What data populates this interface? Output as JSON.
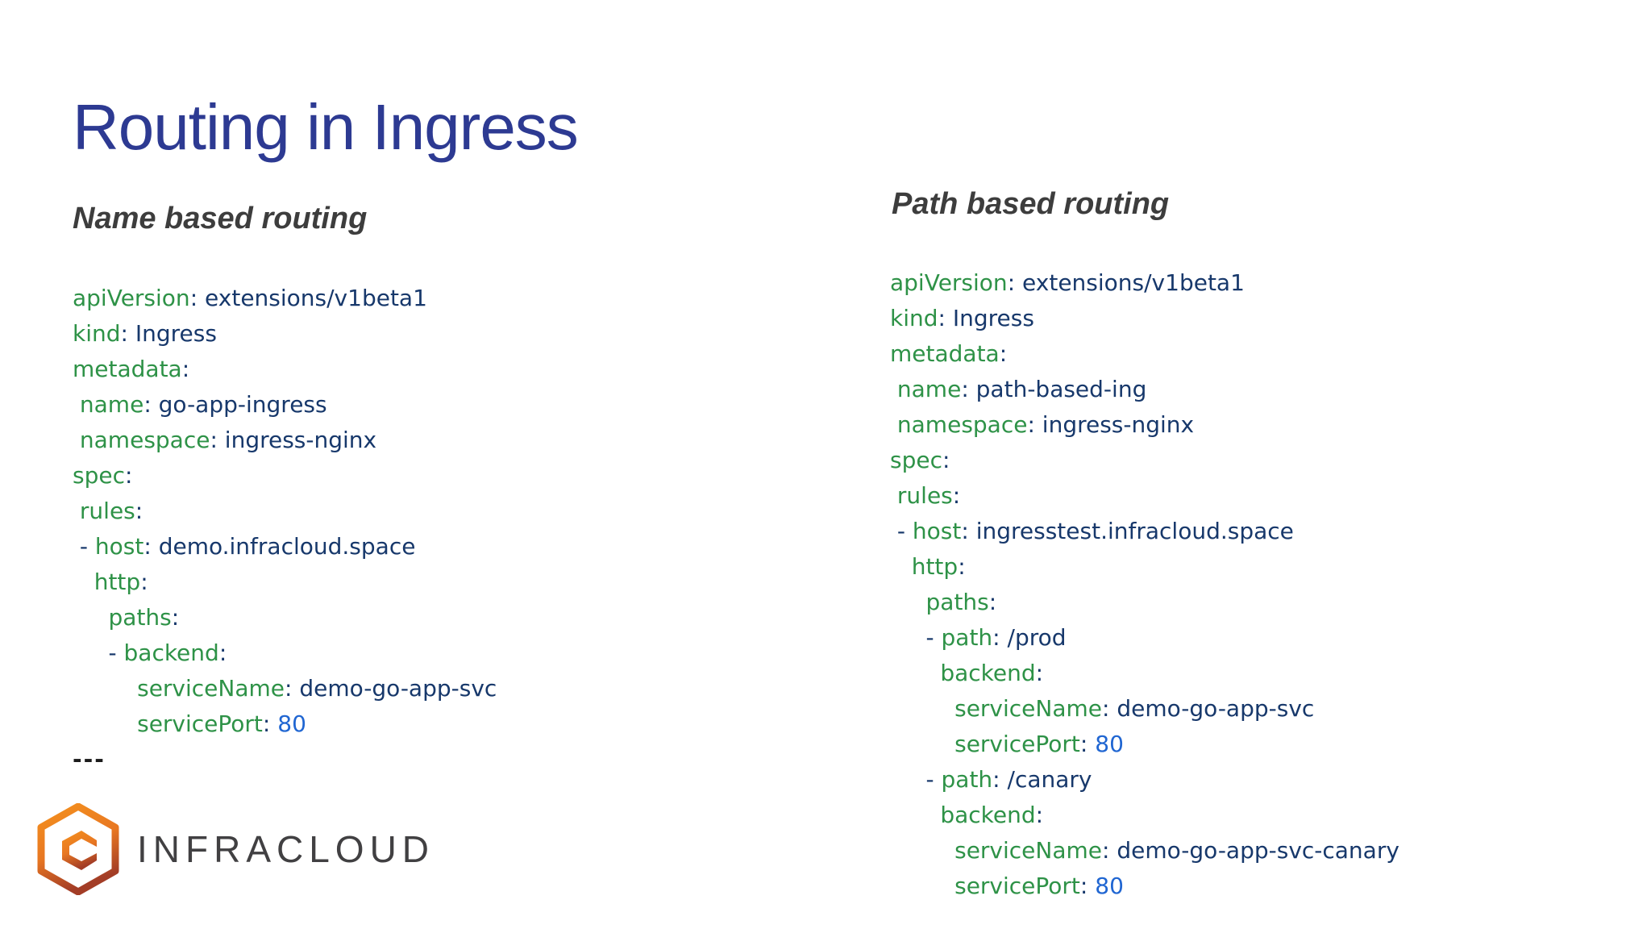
{
  "title": "Routing in Ingress",
  "columns": [
    {
      "heading": "Name based routing",
      "code": [
        [
          [
            "apiVersion",
            "key"
          ],
          [
            ": ",
            "punct"
          ],
          [
            "extensions/v1beta1",
            "val"
          ]
        ],
        [
          [
            "kind",
            "key"
          ],
          [
            ": ",
            "punct"
          ],
          [
            "Ingress",
            "val"
          ]
        ],
        [
          [
            "metadata",
            "key"
          ],
          [
            ":",
            "punct"
          ]
        ],
        [
          [
            " ",
            "punct"
          ],
          [
            "name",
            "key"
          ],
          [
            ": ",
            "punct"
          ],
          [
            "go-app-ingress",
            "val"
          ]
        ],
        [
          [
            " ",
            "punct"
          ],
          [
            "namespace",
            "key"
          ],
          [
            ": ",
            "punct"
          ],
          [
            "ingress-nginx",
            "val"
          ]
        ],
        [
          [
            "spec",
            "key"
          ],
          [
            ":",
            "punct"
          ]
        ],
        [
          [
            " ",
            "punct"
          ],
          [
            "rules",
            "key"
          ],
          [
            ":",
            "punct"
          ]
        ],
        [
          [
            " - ",
            "punct"
          ],
          [
            "host",
            "key"
          ],
          [
            ": ",
            "punct"
          ],
          [
            "demo.infracloud.space",
            "val"
          ]
        ],
        [
          [
            "   ",
            "punct"
          ],
          [
            "http",
            "key"
          ],
          [
            ":",
            "punct"
          ]
        ],
        [
          [
            "     ",
            "punct"
          ],
          [
            "paths",
            "key"
          ],
          [
            ":",
            "punct"
          ]
        ],
        [
          [
            "     - ",
            "punct"
          ],
          [
            "backend",
            "key"
          ],
          [
            ":",
            "punct"
          ]
        ],
        [
          [
            "         ",
            "punct"
          ],
          [
            "serviceName",
            "key"
          ],
          [
            ": ",
            "punct"
          ],
          [
            "demo-go-app-svc",
            "val"
          ]
        ],
        [
          [
            "         ",
            "punct"
          ],
          [
            "servicePort",
            "key"
          ],
          [
            ": ",
            "punct"
          ],
          [
            "80",
            "num"
          ]
        ],
        [
          [
            "---",
            "sep"
          ]
        ]
      ]
    },
    {
      "heading": "Path based routing",
      "code": [
        [
          [
            "apiVersion",
            "key"
          ],
          [
            ": ",
            "punct"
          ],
          [
            "extensions/v1beta1",
            "val"
          ]
        ],
        [
          [
            "kind",
            "key"
          ],
          [
            ": ",
            "punct"
          ],
          [
            "Ingress",
            "val"
          ]
        ],
        [
          [
            "metadata",
            "key"
          ],
          [
            ":",
            "punct"
          ]
        ],
        [
          [
            " ",
            "punct"
          ],
          [
            "name",
            "key"
          ],
          [
            ": ",
            "punct"
          ],
          [
            "path-based-ing",
            "val"
          ]
        ],
        [
          [
            " ",
            "punct"
          ],
          [
            "namespace",
            "key"
          ],
          [
            ": ",
            "punct"
          ],
          [
            "ingress-nginx",
            "val"
          ]
        ],
        [
          [
            "spec",
            "key"
          ],
          [
            ":",
            "punct"
          ]
        ],
        [
          [
            " ",
            "punct"
          ],
          [
            "rules",
            "key"
          ],
          [
            ":",
            "punct"
          ]
        ],
        [
          [
            " - ",
            "punct"
          ],
          [
            "host",
            "key"
          ],
          [
            ": ",
            "punct"
          ],
          [
            "ingresstest.infracloud.space",
            "val"
          ]
        ],
        [
          [
            "   ",
            "punct"
          ],
          [
            "http",
            "key"
          ],
          [
            ":",
            "punct"
          ]
        ],
        [
          [
            "     ",
            "punct"
          ],
          [
            "paths",
            "key"
          ],
          [
            ":",
            "punct"
          ]
        ],
        [
          [
            "     - ",
            "punct"
          ],
          [
            "path",
            "key"
          ],
          [
            ": ",
            "punct"
          ],
          [
            "/prod",
            "val"
          ]
        ],
        [
          [
            "       ",
            "punct"
          ],
          [
            "backend",
            "key"
          ],
          [
            ":",
            "punct"
          ]
        ],
        [
          [
            "         ",
            "punct"
          ],
          [
            "serviceName",
            "key"
          ],
          [
            ": ",
            "punct"
          ],
          [
            "demo-go-app-svc",
            "val"
          ]
        ],
        [
          [
            "         ",
            "punct"
          ],
          [
            "servicePort",
            "key"
          ],
          [
            ": ",
            "punct"
          ],
          [
            "80",
            "num"
          ]
        ],
        [
          [
            "     - ",
            "punct"
          ],
          [
            "path",
            "key"
          ],
          [
            ": ",
            "punct"
          ],
          [
            "/canary",
            "val"
          ]
        ],
        [
          [
            "       ",
            "punct"
          ],
          [
            "backend",
            "key"
          ],
          [
            ":",
            "punct"
          ]
        ],
        [
          [
            "         ",
            "punct"
          ],
          [
            "serviceName",
            "key"
          ],
          [
            ": ",
            "punct"
          ],
          [
            "demo-go-app-svc-canary",
            "val"
          ]
        ],
        [
          [
            "         ",
            "punct"
          ],
          [
            "servicePort",
            "key"
          ],
          [
            ": ",
            "punct"
          ],
          [
            "80",
            "num"
          ]
        ]
      ]
    }
  ],
  "footer": {
    "brand": "INFRACLOUD",
    "logo_icon": "infracloud-hexagon-logo"
  },
  "colors": {
    "title_blue": "#2d3a92",
    "heading_gray": "#3d3d3d",
    "yaml_key": "#2e9247",
    "yaml_value": "#17386b",
    "yaml_number": "#2066d2",
    "yaml_separator": "#1c1c1c",
    "brand_text": "#414042",
    "logo_orange": "#e87722",
    "logo_dark_red": "#a33d26",
    "logo_light_orange": "#f4911e"
  }
}
